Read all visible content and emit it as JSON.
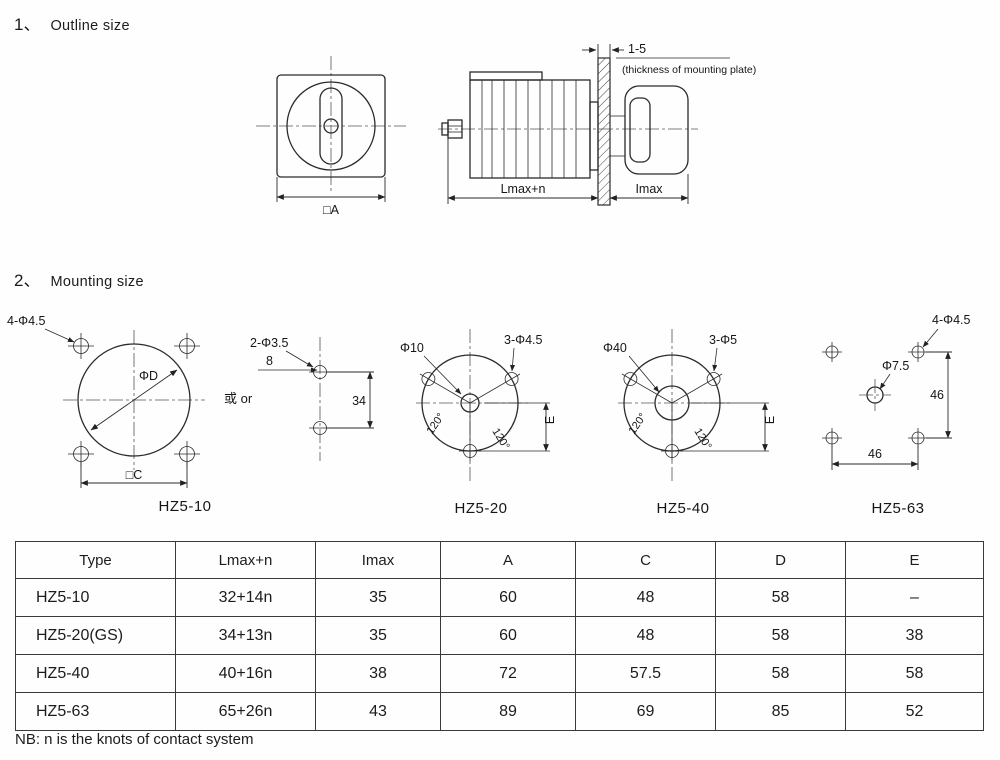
{
  "sections": {
    "outline_no": "1、",
    "outline_label": "Outline size",
    "mounting_no": "2、",
    "mounting_label": "Mounting size"
  },
  "outline": {
    "front": {
      "dim_a": "□A"
    },
    "side": {
      "thickness": "1-5",
      "thickness_note": "(thickness of mounting plate)",
      "lmax": "Lmax+n",
      "imax": "Imax"
    }
  },
  "mounting": {
    "hz5_10": {
      "holes_label": "4-Φ4.5",
      "dia_label": "ΦD",
      "square_label": "□C",
      "caption": "HZ5-10"
    },
    "alt": {
      "or_label": "或 or",
      "holes_label": "2-Φ3.5",
      "dim8": "8",
      "dim34": "34"
    },
    "hz5_20": {
      "center_label": "Φ10",
      "holes_label": "3-Φ4.5",
      "angle1": "120°",
      "angle2": "120°",
      "e_label": "E",
      "caption": "HZ5-20"
    },
    "hz5_40": {
      "center_label": "Φ40",
      "holes_label": "3-Φ5",
      "angle1": "120°",
      "angle2": "120°",
      "e_label": "E",
      "caption": "HZ5-40"
    },
    "hz5_63": {
      "holes_label": "4-Φ4.5",
      "center_label": "Φ7.5",
      "dim46_right": "46",
      "dim46_bottom": "46",
      "caption": "HZ5-63"
    }
  },
  "table": {
    "headers": [
      "Type",
      "Lmax+n",
      "Imax",
      "A",
      "C",
      "D",
      "E"
    ],
    "rows": [
      [
        "HZ5-10",
        "32+14n",
        "35",
        "60",
        "48",
        "58",
        "–"
      ],
      [
        "HZ5-20(GS)",
        "34+13n",
        "35",
        "60",
        "48",
        "58",
        "38"
      ],
      [
        "HZ5-40",
        "40+16n",
        "38",
        "72",
        "57.5",
        "58",
        "58"
      ],
      [
        "HZ5-63",
        "65+26n",
        "43",
        "89",
        "69",
        "85",
        "52"
      ]
    ]
  },
  "note": "NB: n is the knots of contact system"
}
